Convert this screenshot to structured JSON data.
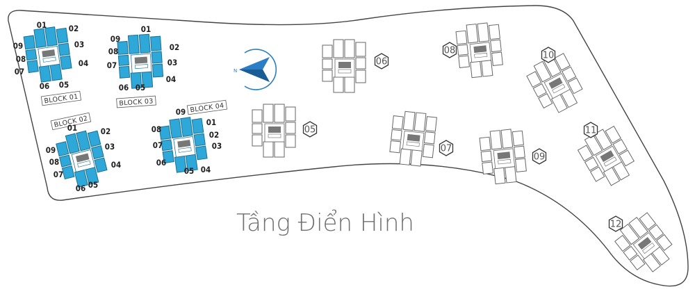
{
  "title": "Tầng Điển Hình",
  "colors": {
    "active_unit": "#2ea8d8",
    "active_unit_stroke": "#1d6f94",
    "inactive_unit": "#ffffff",
    "inactive_stroke": "#666666",
    "core": "#777777",
    "site_outline": "#444444",
    "compass": "#2a7fc4"
  },
  "compass": {
    "label": "N",
    "icon": "compass-icon"
  },
  "active_blocks": [
    {
      "name": "BLOCK 01",
      "units": [
        "01",
        "02",
        "03",
        "04",
        "05",
        "06",
        "07",
        "08",
        "09"
      ]
    },
    {
      "name": "BLOCK 02",
      "units": [
        "01",
        "02",
        "03",
        "04",
        "05",
        "06",
        "07",
        "08",
        "09"
      ]
    },
    {
      "name": "BLOCK 03",
      "units": [
        "01",
        "02",
        "03",
        "04",
        "05",
        "06",
        "07",
        "08",
        "09"
      ]
    },
    {
      "name": "BLOCK 04",
      "units": [
        "01",
        "02",
        "03",
        "04",
        "05",
        "06",
        "07",
        "08",
        "09"
      ]
    }
  ],
  "other_blocks": [
    "05",
    "06",
    "07",
    "08",
    "09",
    "10",
    "11",
    "12"
  ]
}
